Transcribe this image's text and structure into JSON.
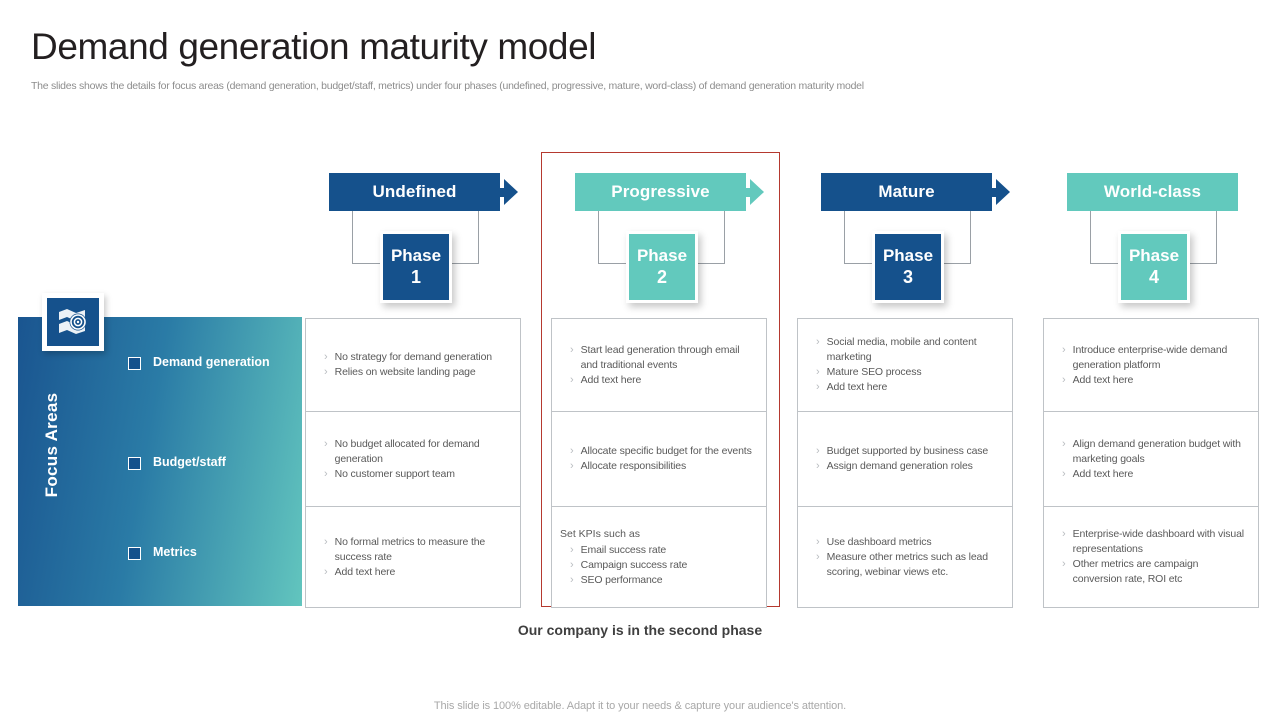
{
  "page": {
    "title": "Demand generation maturity model",
    "subtitle": "The slides shows the details for focus areas (demand generation, budget/staff, metrics) under four phases (undefined, progressive, mature, word-class) of demand generation maturity model",
    "caption": "Our company is in the second phase",
    "footer_note": "This slide is 100% editable. Adapt it to your needs & capture your audience's attention.",
    "chevron": "›"
  },
  "colors": {
    "dark_blue": "#15518c",
    "teal": "#62c9bd",
    "highlight_red": "#b5392f",
    "cell_border": "#bfc3c7",
    "body_text": "#5a5a5a"
  },
  "focus_panel": {
    "vertical_label": "Focus Areas",
    "badge_icon": "target-map-icon",
    "items": [
      {
        "label": "Demand generation"
      },
      {
        "label": "Budget/staff"
      },
      {
        "label": "Metrics"
      }
    ]
  },
  "phases": [
    {
      "header": "Undefined",
      "phase_label": "Phase",
      "phase_number": "1",
      "theme": "dark",
      "has_arrow": true,
      "highlighted": false,
      "rows": [
        {
          "lead": "",
          "bullets": [
            "No strategy for demand generation",
            "Relies on website landing page"
          ]
        },
        {
          "lead": "",
          "bullets": [
            "No budget allocated for demand generation",
            "No customer support team"
          ]
        },
        {
          "lead": "",
          "bullets": [
            "No formal metrics to measure the success rate",
            "Add text here"
          ]
        }
      ]
    },
    {
      "header": "Progressive",
      "phase_label": "Phase",
      "phase_number": "2",
      "theme": "teal",
      "has_arrow": true,
      "highlighted": true,
      "rows": [
        {
          "lead": "",
          "bullets": [
            "Start lead generation through email and traditional events",
            "Add text here"
          ]
        },
        {
          "lead": "",
          "bullets": [
            "Allocate specific budget for the events",
            "Allocate responsibilities"
          ]
        },
        {
          "lead": "Set KPIs such as",
          "bullets": [
            "Email success rate",
            "Campaign success rate",
            "SEO performance"
          ]
        }
      ]
    },
    {
      "header": "Mature",
      "phase_label": "Phase",
      "phase_number": "3",
      "theme": "dark",
      "has_arrow": true,
      "highlighted": false,
      "rows": [
        {
          "lead": "",
          "bullets": [
            "Social media, mobile and content marketing",
            "Mature SEO process",
            "Add text here"
          ]
        },
        {
          "lead": "",
          "bullets": [
            "Budget supported by business case",
            "Assign demand generation roles"
          ]
        },
        {
          "lead": "",
          "bullets": [
            "Use dashboard metrics",
            "Measure other metrics such as lead scoring, webinar views etc."
          ]
        }
      ]
    },
    {
      "header": "World-class",
      "phase_label": "Phase",
      "phase_number": "4",
      "theme": "teal",
      "has_arrow": false,
      "highlighted": false,
      "rows": [
        {
          "lead": "",
          "bullets": [
            "Introduce enterprise-wide demand generation platform",
            "Add text here"
          ]
        },
        {
          "lead": "",
          "bullets": [
            "Align demand generation budget with marketing goals",
            "Add text here"
          ]
        },
        {
          "lead": "",
          "bullets": [
            "Enterprise-wide dashboard with visual representations",
            "Other metrics are campaign conversion rate, ROI etc"
          ]
        }
      ]
    }
  ]
}
